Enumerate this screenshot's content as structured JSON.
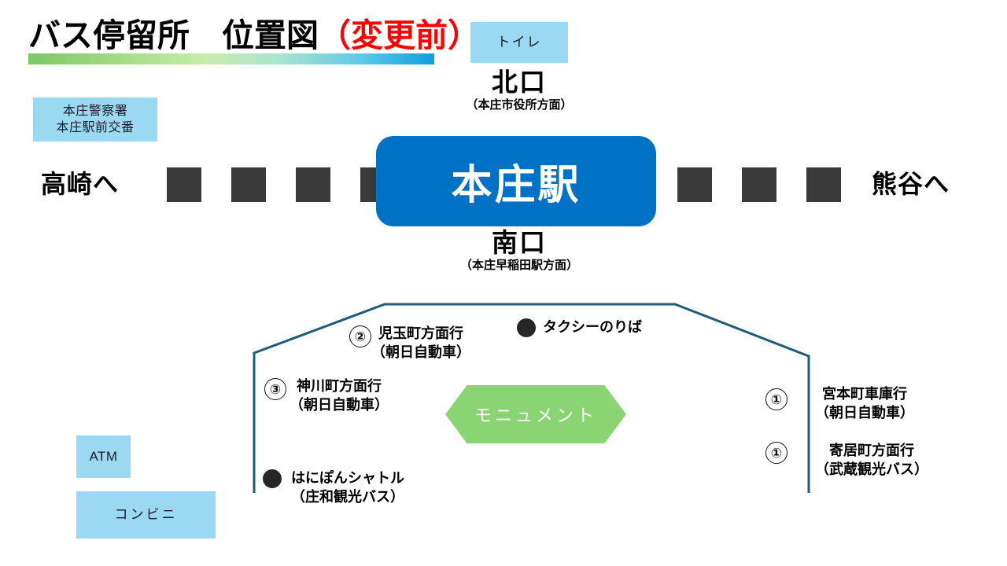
{
  "title": {
    "main": "バス停留所　位置図",
    "accent": "（変更前）",
    "underline_gradient_from": "#7DC765",
    "underline_gradient_to": "#0D9FDD"
  },
  "facilities": {
    "toilet": "トイレ",
    "police": "本庄警察署\n本庄駅前交番",
    "atm": "ATM",
    "konbini": "コンビニ"
  },
  "station": {
    "name": "本庄駅",
    "color": "#0072C6",
    "north_exit": {
      "name": "北口",
      "sub": "（本庄市役所方面）"
    },
    "south_exit": {
      "name": "南口",
      "sub": "（本庄早稲田駅方面）"
    }
  },
  "railway": {
    "direction_left": "高崎へ",
    "direction_right": "熊谷へ",
    "sleeper_color": "#3A3A3A",
    "sleeper_count_left": 4,
    "sleeper_count_right": 3
  },
  "plaza": {
    "outline_color": "#1F5C78",
    "monument": "モニュメント",
    "monument_color": "#8BD474"
  },
  "bus_stops": [
    {
      "marker": "②",
      "destination": "児玉町方面行",
      "operator": "（朝日自動車）"
    },
    {
      "marker": "③",
      "destination": "神川町方面行",
      "operator": "（朝日自動車）"
    },
    {
      "marker": "①",
      "destination": "宮本町車庫行",
      "operator": "（朝日自動車）"
    },
    {
      "marker": "①",
      "destination": "寄居町方面行",
      "operator": "（武蔵観光バス）"
    }
  ],
  "dot_stops": [
    {
      "marker": "●",
      "label": "タクシーのりば"
    },
    {
      "marker": "●",
      "destination": "はにぽんシャトル",
      "operator": "（庄和観光バス）"
    }
  ]
}
